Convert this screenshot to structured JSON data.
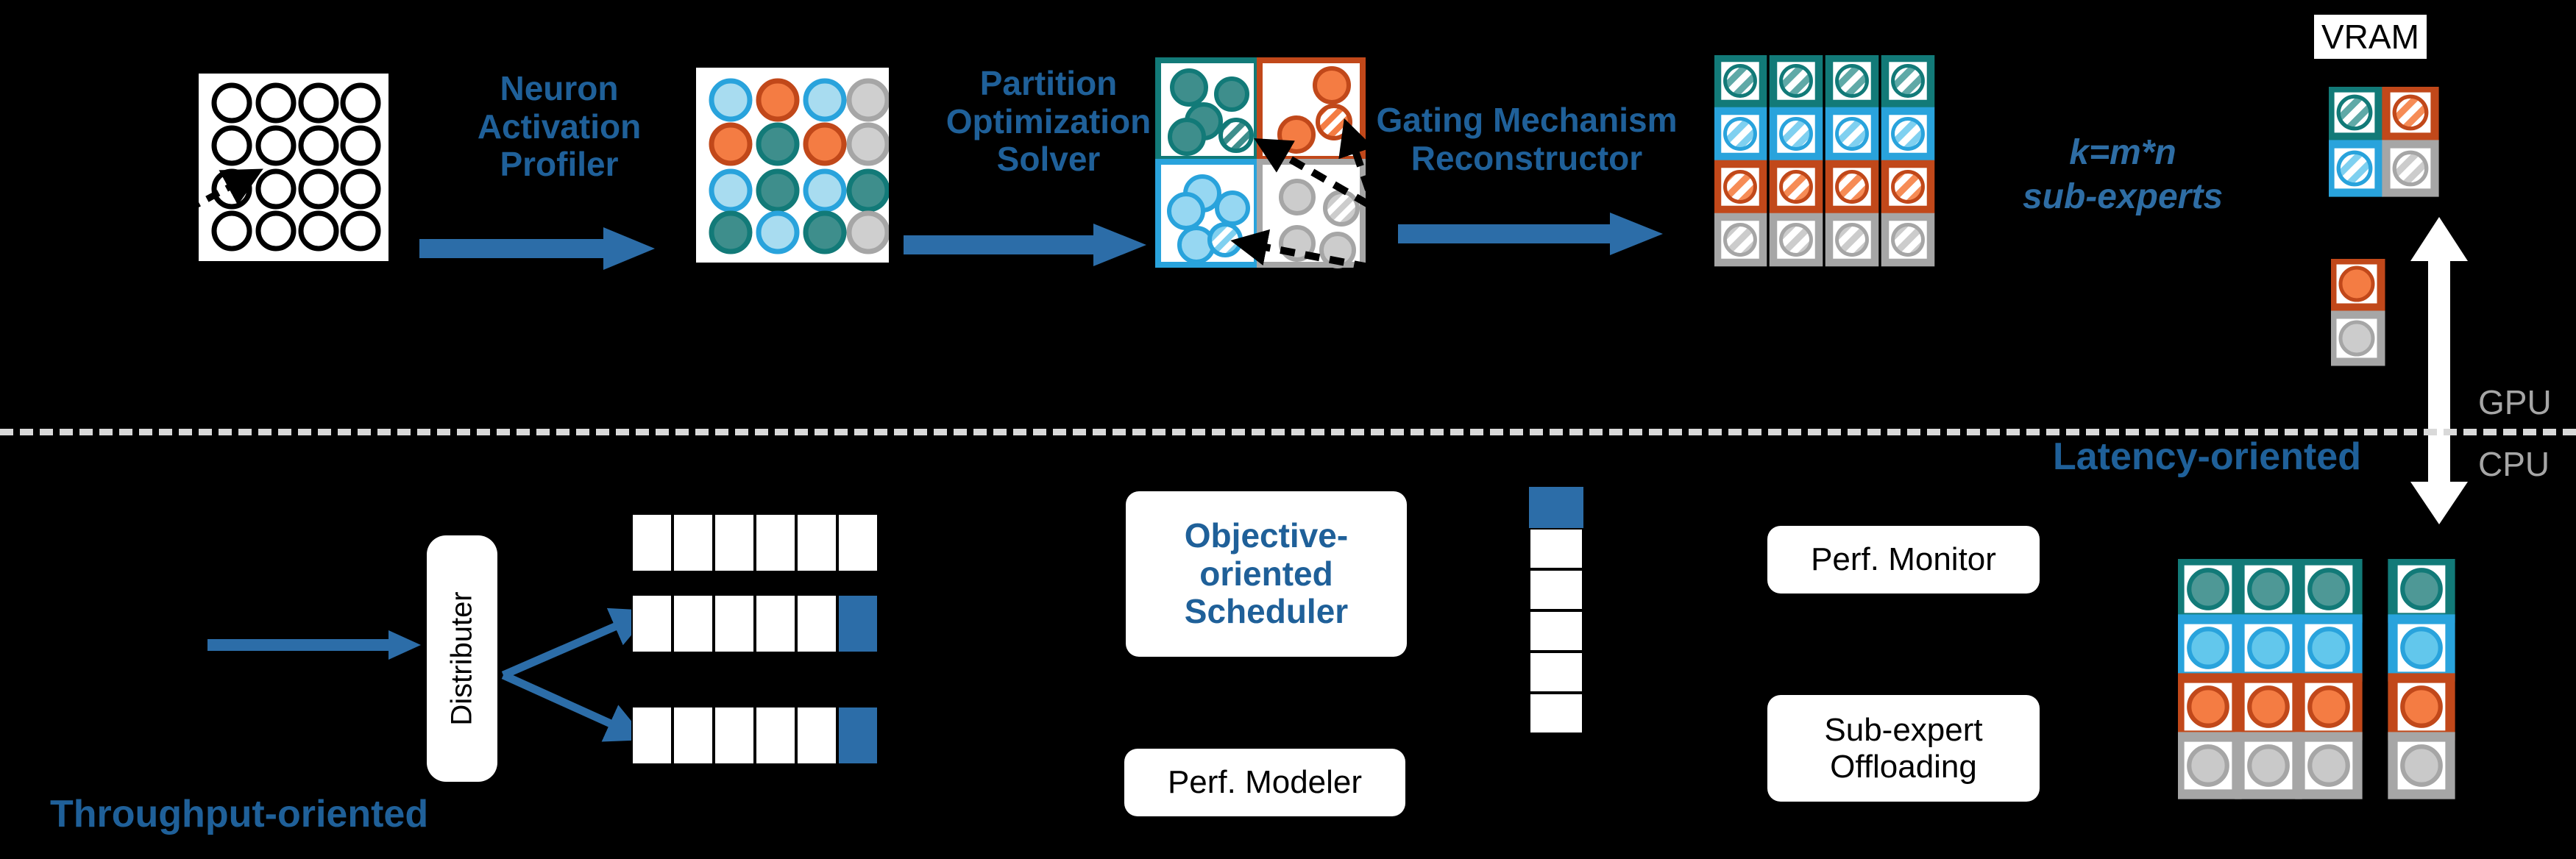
{
  "pipeline": {
    "steps": [
      {
        "id": "neuron-activation-profiler",
        "label": "Neuron\nActivation\nProfiler"
      },
      {
        "id": "partition-optimization-solver",
        "label": "Partition\nOptimization\nSolver"
      },
      {
        "id": "gating-mechanism-reconstructor",
        "label": "Gating Mechanism\nReconstructor"
      }
    ],
    "step1_lines": [
      "Neuron",
      "Activation",
      "Profiler"
    ],
    "step2_lines": [
      "Partition",
      "Optimization",
      "Solver"
    ],
    "step3_lines": [
      "Gating Mechanism",
      "Reconstructor"
    ]
  },
  "annotations": {
    "sub_experts_line1": "k=m*n",
    "sub_experts_line2": "sub-experts",
    "vram": "VRAM",
    "gpu": "GPU",
    "cpu": "CPU",
    "latency_oriented": "Latency-oriented",
    "throughput_oriented": "Throughput-oriented"
  },
  "boxes": {
    "distributer": "Distributer",
    "objective_scheduler_lines": [
      "Objective-",
      "oriented",
      "Scheduler"
    ],
    "perf_modeler": "Perf. Modeler",
    "perf_monitor": "Perf. Monitor",
    "sub_expert_offloading_lines": [
      "Sub-expert",
      "Offloading"
    ]
  },
  "colors": {
    "accent_blue": "#1F6099",
    "arrow_blue": "#2C6DA8",
    "teal": "#3E8E8C",
    "teal_border": "#127A78",
    "lightblue": "#6EC5E9",
    "lightblue_border": "#29A3DC",
    "orange": "#F47C43",
    "orange_border": "#C1481A",
    "gray": "#C9C9C9",
    "gray_border": "#A6A6A6",
    "background": "#000000",
    "panel_bg": "#FFFFFF",
    "dash_line": "#D9D9D9"
  },
  "grid_panel_1": {
    "rows": 4,
    "cols": 4,
    "cells": [
      [
        "empty",
        "empty",
        "empty",
        "empty"
      ],
      [
        "empty",
        "empty",
        "empty",
        "empty"
      ],
      [
        "empty",
        "empty",
        "empty",
        "empty"
      ],
      [
        "empty",
        "empty",
        "empty",
        "empty"
      ]
    ]
  },
  "grid_panel_2": {
    "rows": 4,
    "cols": 4,
    "cells": [
      [
        "lightblue",
        "orange",
        "lightblue",
        "gray"
      ],
      [
        "orange",
        "teal",
        "orange",
        "gray"
      ],
      [
        "lightblue",
        "teal",
        "lightblue",
        "teal"
      ],
      [
        "teal",
        "lightblue",
        "teal",
        "gray"
      ]
    ]
  },
  "partition_quadrants": [
    {
      "id": "quad-teal",
      "color": "teal"
    },
    {
      "id": "quad-orange",
      "color": "orange"
    },
    {
      "id": "quad-lightblue",
      "color": "lightblue"
    },
    {
      "id": "quad-gray",
      "color": "gray"
    }
  ],
  "sub_expert_grid": {
    "rows": 4,
    "cols": 4,
    "row_colors": [
      "teal",
      "lightblue",
      "orange",
      "gray"
    ],
    "hatched": true
  },
  "vram_grid": {
    "rows": 2,
    "cols": 2,
    "cells": [
      [
        "teal",
        "orange"
      ],
      [
        "lightblue",
        "gray"
      ]
    ],
    "hatched": true
  },
  "offload_stack": {
    "cells": [
      "orange",
      "gray"
    ],
    "hatched": false
  },
  "expert_grid_bottom": {
    "rows": 4,
    "cols": 4,
    "row_colors": [
      "teal",
      "lightblue",
      "orange",
      "gray"
    ],
    "gap_after_col": 3
  },
  "batch_rows": [
    {
      "cells": 6,
      "filled_index": -1
    },
    {
      "cells": 6,
      "filled_index": 5
    },
    {
      "cells": 6,
      "filled_index": 5
    }
  ],
  "queue_stack": {
    "cells": 6,
    "filled_index": 0
  }
}
